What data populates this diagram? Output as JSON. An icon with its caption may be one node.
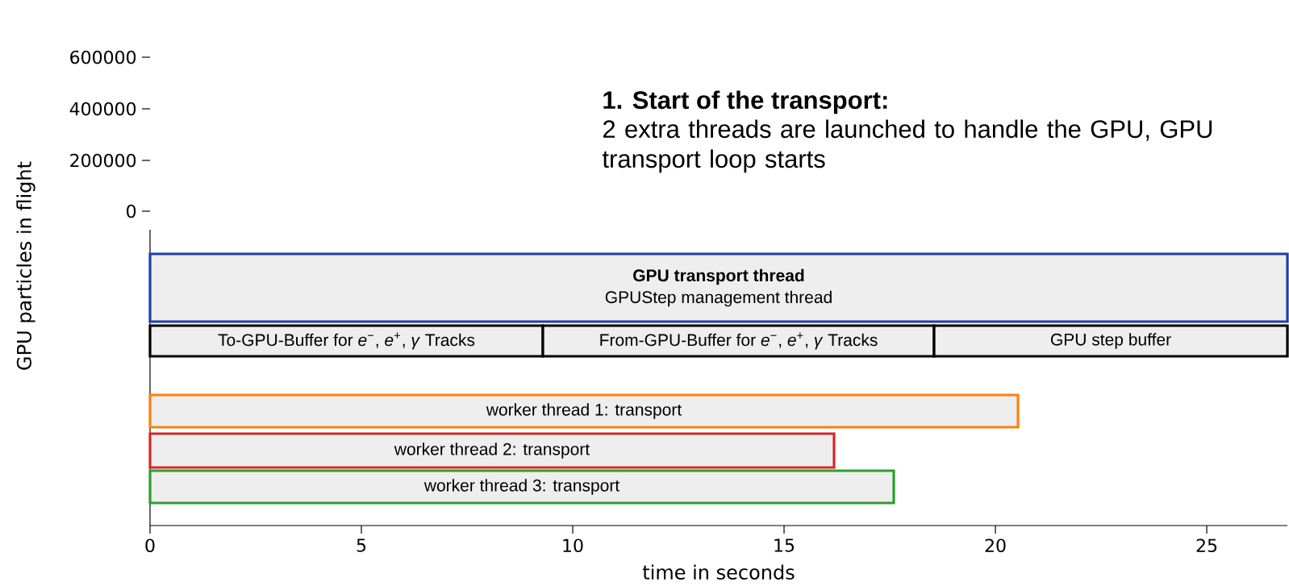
{
  "diagram": {
    "nodes": [
      {
        "text": [
          "GPU transport thread",
          "GPUStep management thread"
        ]
      },
      {
        "text": [
          "To-GPU-Buffer for *e*$^{−}$, *e*$^{+}$, *γ* Tracks"
        ]
      },
      {
        "text": [
          "From-GPU-Buffer for *e*$^{−}$, *e*$^{+}$, *γ* Tracks"
        ]
      },
      {
        "text": [
          "GPU step buffer"
        ]
      },
      {
        "text": [
          "worker thread 1: transport"
        ]
      },
      {
        "text": [
          "worker thread 2: transport"
        ]
      },
      {
        "text": [
          "worker thread 3: transport"
        ]
      }
    ],
    "labels": [
      "1. Start of the transport:",
      "2 extra threads are launched to handle the GPU, GPU transport loop starts",
      "600000",
      "400000",
      "200000",
      "0",
      "GPU particles in flight",
      "0",
      "5",
      "10",
      "15",
      "20",
      "25",
      "time in seconds"
    ]
  }
}
